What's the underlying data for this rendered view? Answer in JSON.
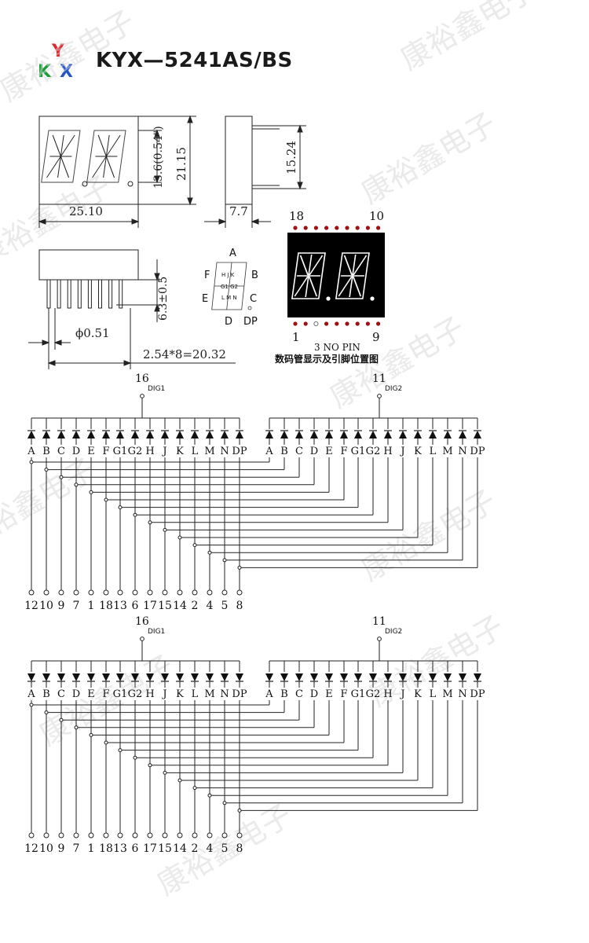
{
  "header": {
    "title": "KYX—5241AS/BS",
    "logo_letters": [
      "Y",
      "K",
      "X"
    ]
  },
  "watermark": "康裕鑫电子",
  "dimensions": {
    "width": "25.10",
    "digit_height": "13.6(0.54\")",
    "body_height": "21.15",
    "pin_row_span": "15.24",
    "depth": "7.7",
    "pin_length": "6.3±0.5",
    "pin_diameter": "ϕ0.51",
    "pin_pitch": "2.54*8=20.32"
  },
  "segment_map": {
    "labels": {
      "a": "A",
      "b": "B",
      "c": "C",
      "d": "D",
      "dp": "DP",
      "e": "E",
      "f": "F"
    },
    "inner_top": "H J K",
    "inner_mid": "G1 G2",
    "inner_bot": "L M N"
  },
  "pin_view": {
    "pin18": "18",
    "pin10": "10",
    "pin1": "1",
    "pin9": "9",
    "note": "3 NO PIN",
    "caption": "数码管显示及引脚位置图"
  },
  "schematics": [
    {
      "dig1_pin": "16",
      "dig1_label": "DIG1",
      "dig2_pin": "11",
      "dig2_label": "DIG2",
      "segments": [
        "A",
        "B",
        "C",
        "D",
        "E",
        "F",
        "G1",
        "G2",
        "H",
        "J",
        "K",
        "L",
        "M",
        "N",
        "DP"
      ],
      "pins": [
        "12",
        "10",
        "9",
        "7",
        "1",
        "18",
        "13",
        "6",
        "17",
        "15",
        "14",
        "2",
        "4",
        "5",
        "8"
      ]
    },
    {
      "dig1_pin": "16",
      "dig1_label": "DIG1",
      "dig2_pin": "11",
      "dig2_label": "DIG2",
      "segments": [
        "A",
        "B",
        "C",
        "D",
        "E",
        "F",
        "G1",
        "G2",
        "H",
        "J",
        "K",
        "L",
        "M",
        "N",
        "DP"
      ],
      "pins": [
        "12",
        "10",
        "9",
        "7",
        "1",
        "18",
        "13",
        "6",
        "17",
        "15",
        "14",
        "2",
        "4",
        "5",
        "8"
      ]
    }
  ],
  "colors": {
    "logo_y": "#e0282f",
    "logo_k": "#1a9c3a",
    "logo_x": "#2255c8",
    "pin_dot": "#a01010",
    "display_bg": "#000000",
    "lines": "#222222",
    "watermark": "#d6d6d6"
  }
}
